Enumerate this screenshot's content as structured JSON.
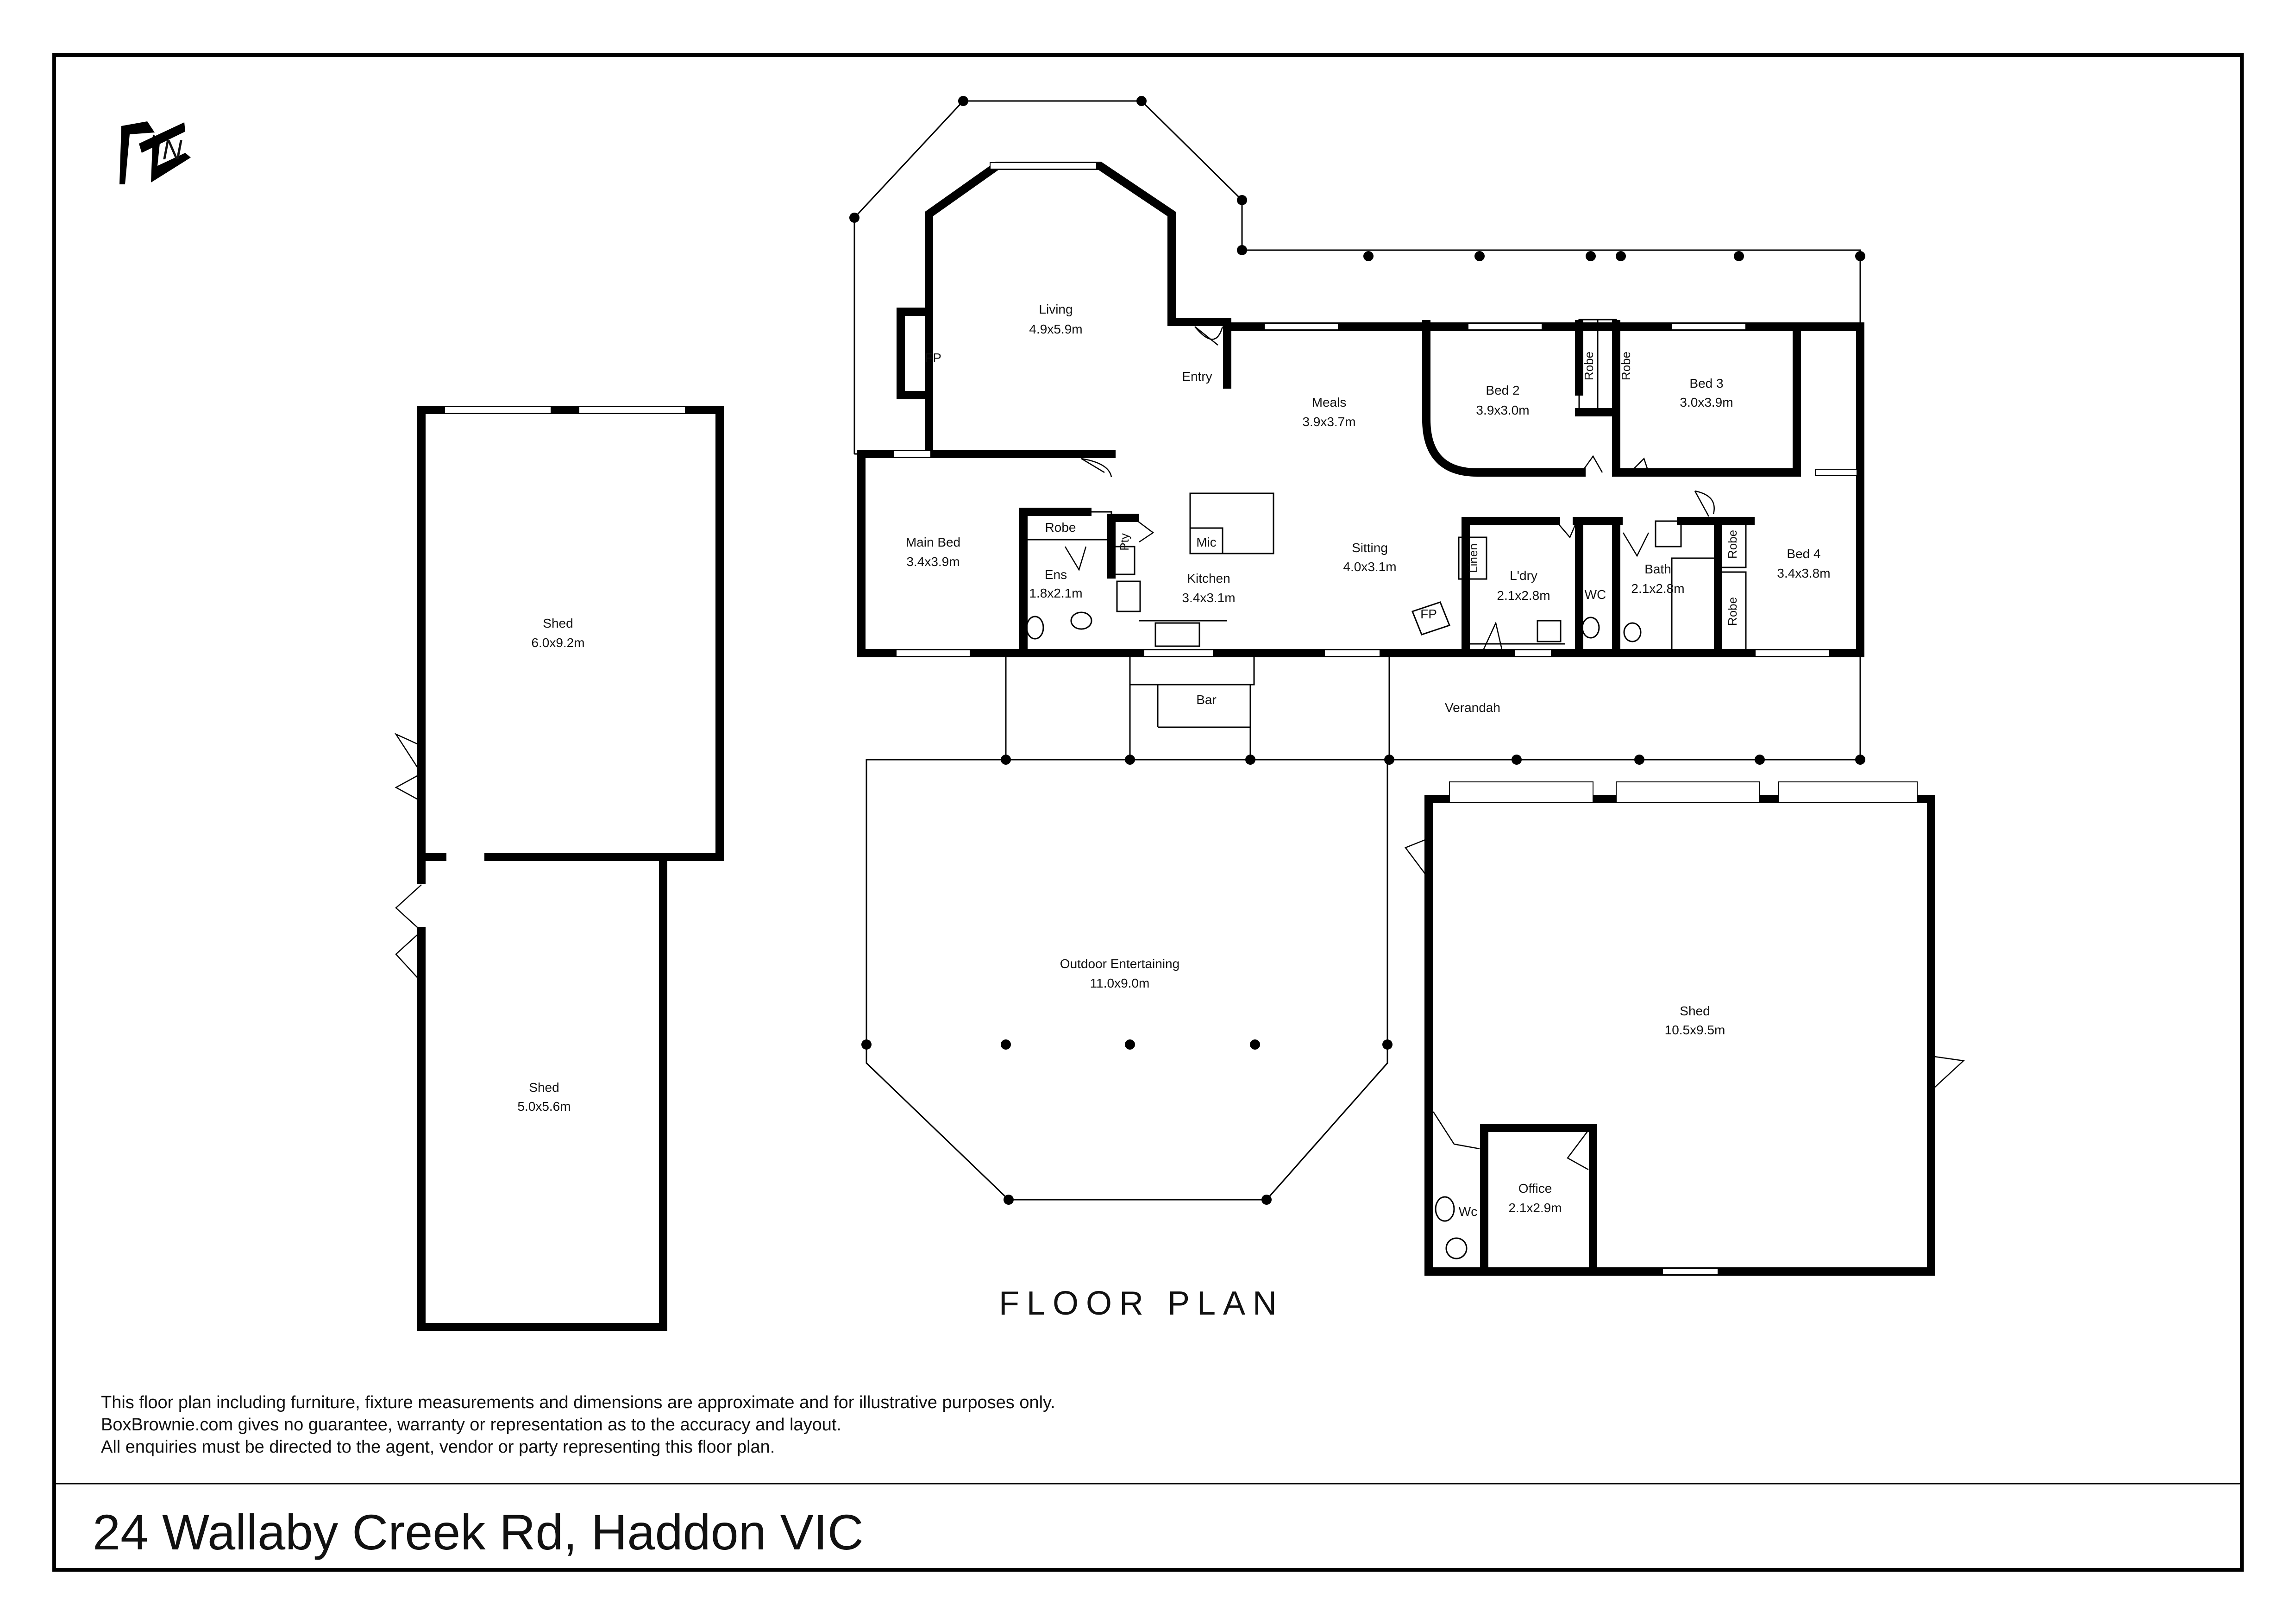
{
  "title": "FLOOR PLAN",
  "address": "24 Wallaby Creek Rd, Haddon VIC",
  "disclaimer": [
    "This floor plan including furniture, fixture measurements and dimensions are approximate and for illustrative purposes only.",
    "BoxBrownie.com gives no guarantee, warranty or representation as to the accuracy and layout.",
    "All enquiries must be directed to the agent, vendor or party representing this floor plan."
  ],
  "compass_letter": "N",
  "rooms": {
    "living": {
      "name": "Living",
      "size": "4.9x5.9m"
    },
    "fp_living": {
      "name": "FP"
    },
    "entry": {
      "name": "Entry"
    },
    "meals": {
      "name": "Meals",
      "size": "3.9x3.7m"
    },
    "bed2": {
      "name": "Bed 2",
      "size": "3.9x3.0m"
    },
    "robe_a": {
      "name": "Robe"
    },
    "robe_b": {
      "name": "Robe"
    },
    "bed3": {
      "name": "Bed 3",
      "size": "3.0x3.9m"
    },
    "main_bed": {
      "name": "Main Bed",
      "size": "3.4x3.9m"
    },
    "robe_main": {
      "name": "Robe"
    },
    "ens": {
      "name": "Ens",
      "size": "1.8x2.1m"
    },
    "pty": {
      "name": "Pty"
    },
    "mic": {
      "name": "Mic"
    },
    "kitchen": {
      "name": "Kitchen",
      "size": "3.4x3.1m"
    },
    "sitting": {
      "name": "Sitting",
      "size": "4.0x3.1m"
    },
    "fp_sitting": {
      "name": "FP"
    },
    "linen": {
      "name": "Linen"
    },
    "ldry": {
      "name": "L'dry",
      "size": "2.1x2.8m"
    },
    "wc": {
      "name": "WC"
    },
    "bath": {
      "name": "Bath",
      "size": "2.1x2.8m"
    },
    "robe_c": {
      "name": "Robe"
    },
    "robe_d": {
      "name": "Robe"
    },
    "bed4": {
      "name": "Bed 4",
      "size": "3.4x3.8m"
    },
    "bar": {
      "name": "Bar"
    },
    "verandah": {
      "name": "Verandah"
    },
    "shed_a": {
      "name": "Shed",
      "size": "6.0x9.2m"
    },
    "shed_b": {
      "name": "Shed",
      "size": "5.0x5.6m"
    },
    "outdoor": {
      "name": "Outdoor Entertaining",
      "size": "11.0x9.0m"
    },
    "shed_c": {
      "name": "Shed",
      "size": "10.5x9.5m"
    },
    "office": {
      "name": "Office",
      "size": "2.1x2.9m"
    },
    "wc_shed": {
      "name": "Wc"
    }
  }
}
